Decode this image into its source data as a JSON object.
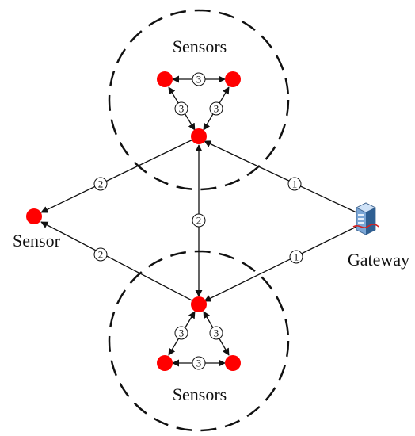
{
  "labels": {
    "sensors_top": "Sensors",
    "sensors_bottom": "Sensors",
    "sensor_left": "Sensor",
    "gateway": "Gateway"
  },
  "link_numbers": {
    "gw_top": "1",
    "gw_bottom": "1",
    "top_left": "2",
    "bottom_left": "2",
    "bottom_top": "2",
    "top_cluster_upper": "3",
    "top_cluster_left": "3",
    "top_cluster_right": "3",
    "bottom_cluster_lower": "3",
    "bottom_cluster_left": "3",
    "bottom_cluster_right": "3"
  },
  "colors": {
    "sensor_node": "#ff0000",
    "lines": "#111111",
    "gateway_icon": "#4a7fb5"
  },
  "icons": {
    "gateway": "gateway-server-icon"
  }
}
